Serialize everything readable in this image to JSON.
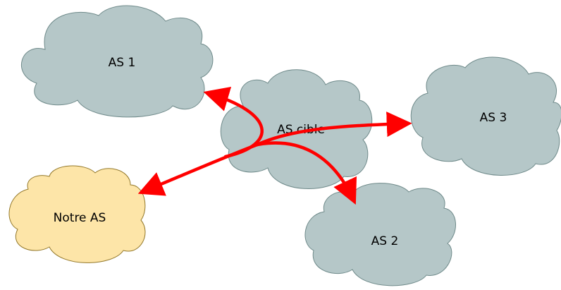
{
  "colors": {
    "as_cloud_fill": "#b5c7c8",
    "as_cloud_stroke": "#6f8a8a",
    "our_cloud_fill": "#fde5a8",
    "our_cloud_stroke": "#93782a",
    "arrow": "#ff0000"
  },
  "nodes": {
    "as1": {
      "label": "AS 1"
    },
    "as2": {
      "label": "AS 2"
    },
    "as3": {
      "label": "AS 3"
    },
    "as_cible": {
      "label": "AS cible"
    },
    "notre_as": {
      "label": "Notre AS"
    }
  },
  "edges": [
    {
      "from": "as_cible",
      "to": "as1"
    },
    {
      "from": "as_cible",
      "to": "notre_as"
    },
    {
      "from": "as_cible",
      "to": "as3"
    },
    {
      "from": "as_cible",
      "to": "as2"
    }
  ]
}
